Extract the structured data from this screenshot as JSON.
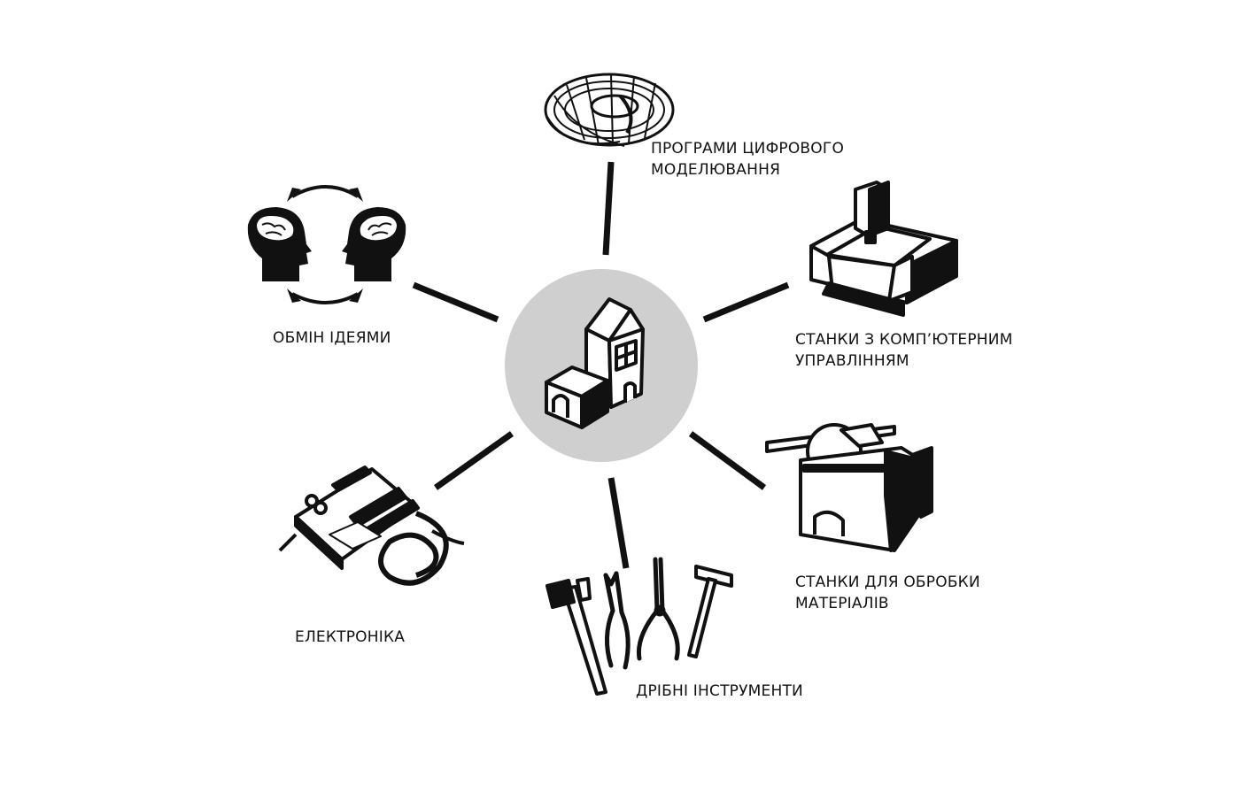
{
  "diagram": {
    "center": {
      "icon": "building-icon"
    },
    "nodes": [
      {
        "id": "digital-modeling",
        "icon": "torus-wireframe-icon",
        "label_lines": [
          "ПРОГРАМИ ЦИФРОВОГО",
          "МОДЕЛЮВАННЯ"
        ]
      },
      {
        "id": "cnc-machines",
        "icon": "cnc-machine-icon",
        "label_lines": [
          "СТАНКИ З КОМП’ЮТЕРНИМ",
          "УПРАВЛІННЯМ"
        ]
      },
      {
        "id": "processing-machines",
        "icon": "table-saw-icon",
        "label_lines": [
          "СТАНКИ ДЛЯ ОБРОБКИ",
          "МАТЕРІАЛІВ"
        ]
      },
      {
        "id": "hand-tools",
        "icon": "hand-tools-icon",
        "label_lines": [
          "ДРІБНІ ІНСТРУМЕНТИ"
        ]
      },
      {
        "id": "electronics",
        "icon": "circuit-board-icon",
        "label_lines": [
          "ЕЛЕКТРОНІКА"
        ]
      },
      {
        "id": "idea-exchange",
        "icon": "two-heads-exchange-icon",
        "label_lines": [
          "ОБМІН ІДЕЯМИ"
        ]
      }
    ],
    "colors": {
      "hub_fill": "#cfcfcf",
      "ink": "#111111",
      "background": "#ffffff"
    }
  }
}
